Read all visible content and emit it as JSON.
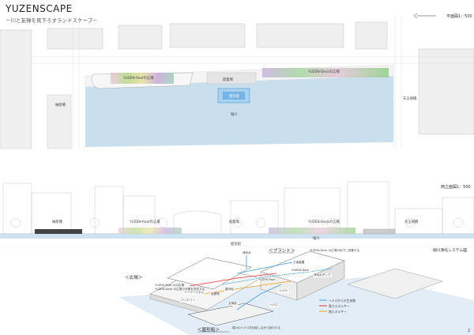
{
  "header": {
    "title": "YUZENSCAPE",
    "subtitle": "－川と友禅を見下ろすランドスケープ－"
  },
  "plan": {
    "scale_label": "平面図1：500",
    "labels": {
      "bridge_left": "納屋橋",
      "bridge_right": "天王崎橋",
      "roof_plaza": "YUZEN-Roofの広場",
      "deck_plaza": "YUZEN-Deckの広場",
      "boat_dock": "船着場",
      "barge": "屋形船",
      "river": "堀川"
    }
  },
  "elevation": {
    "scale_label": "西立面図1：500",
    "labels": {
      "bridge_left": "納屋橋",
      "roof_plaza": "YUZEN-Roofの広場",
      "boat_dock": "船着場",
      "deck_plaza": "YUZEN-Deckの広場",
      "bridge_right": "天王崎橋",
      "river": "堀川",
      "barge": "屋形船"
    }
  },
  "diagram": {
    "plaza_header": "＜広場＞",
    "plant_header": "＜プラント＞",
    "barge_header": "＜屋形船＞",
    "purification_header": "堀川浄化システム図",
    "plaza_note_roof": "YUZEN-Roof 川の広場",
    "plaza_note_deck": "YUZEN-Deck の広場で作業を見学する",
    "plant_note": "YUZEN-Deck の広場の地下に設置する",
    "barge_note": "堀川のヘドロを回収しながら航行する",
    "tags": {
      "purified_water": "浄化水",
      "roof": "YUZEN-Roof",
      "deck": "YUZEN-Deck",
      "sludge_storage": "ヘドロ",
      "solar": "ソーラーパネル",
      "battery": "バッテリー",
      "boat_dock": "船着場",
      "terrace": "屋形船",
      "dye": "友禅染",
      "tank": "浄化水タンク",
      "filter": "ろ過装置",
      "sludge": "ヘドロ"
    },
    "legend": [
      {
        "label": "ヘドロからの生成物",
        "color": "#3aa0e0"
      },
      {
        "label": "電力エネルギー",
        "color": "#e03a3a"
      },
      {
        "label": "熱エネルギー",
        "color": "#f0a020"
      }
    ],
    "page_number": "2"
  },
  "colors": {
    "river": "#c9dfee",
    "building": "#eeeeee",
    "road": "#ffffff",
    "accent_blue": "#3aa0e0"
  }
}
